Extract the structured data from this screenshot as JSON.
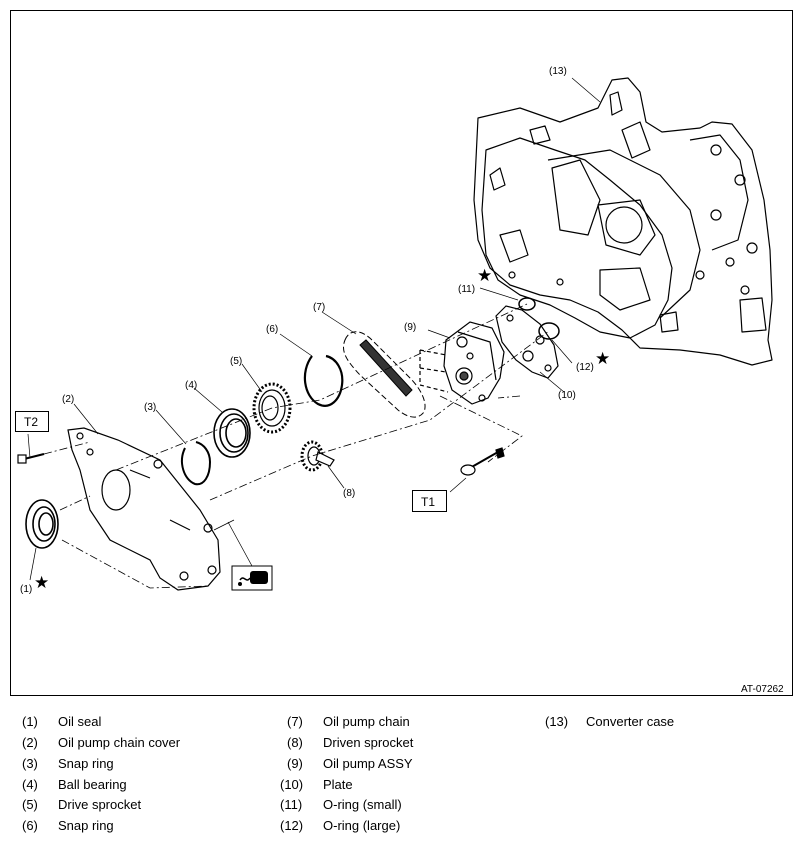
{
  "figure": {
    "code": "AT-07262",
    "tool_labels": {
      "t1": "T1",
      "t2": "T2"
    },
    "callouts": {
      "c1": "(1)",
      "c2": "(2)",
      "c3": "(3)",
      "c4": "(4)",
      "c5": "(5)",
      "c6": "(6)",
      "c7": "(7)",
      "c8": "(8)",
      "c9": "(9)",
      "c10": "(10)",
      "c11": "(11)",
      "c12": "(12)",
      "c13": "(13)"
    },
    "replace_mark": "★"
  },
  "legend": [
    {
      "num": "(1)",
      "label": "Oil seal"
    },
    {
      "num": "(2)",
      "label": "Oil pump chain cover"
    },
    {
      "num": "(3)",
      "label": "Snap ring"
    },
    {
      "num": "(4)",
      "label": "Ball bearing"
    },
    {
      "num": "(5)",
      "label": "Drive sprocket"
    },
    {
      "num": "(6)",
      "label": "Snap ring"
    },
    {
      "num": "(7)",
      "label": "Oil pump chain"
    },
    {
      "num": "(8)",
      "label": "Driven sprocket"
    },
    {
      "num": "(9)",
      "label": "Oil pump ASSY"
    },
    {
      "num": "(10)",
      "label": "Plate"
    },
    {
      "num": "(11)",
      "label": "O-ring (small)"
    },
    {
      "num": "(12)",
      "label": "O-ring (large)"
    },
    {
      "num": "(13)",
      "label": "Converter case"
    }
  ]
}
